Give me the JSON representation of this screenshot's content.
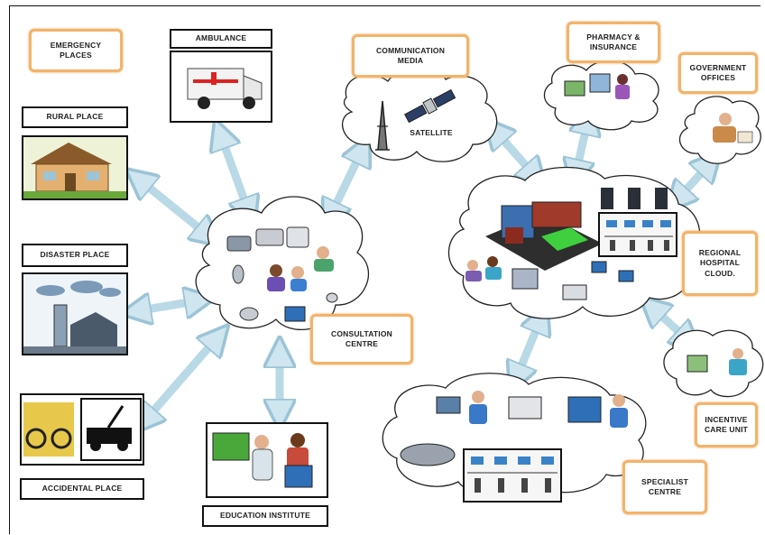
{
  "labels": {
    "emergency_places": "EMERGENCY\nPLACES",
    "ambulance": "AMBULANCE",
    "communication_media": "COMMUNICATION\nMEDIA",
    "satellite": "SATELLITE",
    "pharmacy_insurance": "PHARMACY &\nINSURANCE",
    "government_offices": "GOVERNMENT\nOFFICES",
    "rural_place": "RURAL PLACE",
    "disaster_place": "DISASTER PLACE",
    "accidental_place": "ACCIDENTAL PLACE",
    "consultation_centre": "CONSULTATION\nCENTRE",
    "education_institute": "EDUCATION INSTITUTE",
    "regional_hospital_cloud": "REGIONAL\nHOSPITAL\nCLOUD.",
    "incentive_care_unit": "INCENTIVE\nCARE UNIT",
    "specialist_centre": "SPECIALIST\nCENTRE"
  },
  "colors": {
    "label_border": "#f3b36b",
    "arrow_fill": "#cfe6f0",
    "arrow_stroke": "#9cc4d6",
    "cloud_stroke": "#222222"
  }
}
